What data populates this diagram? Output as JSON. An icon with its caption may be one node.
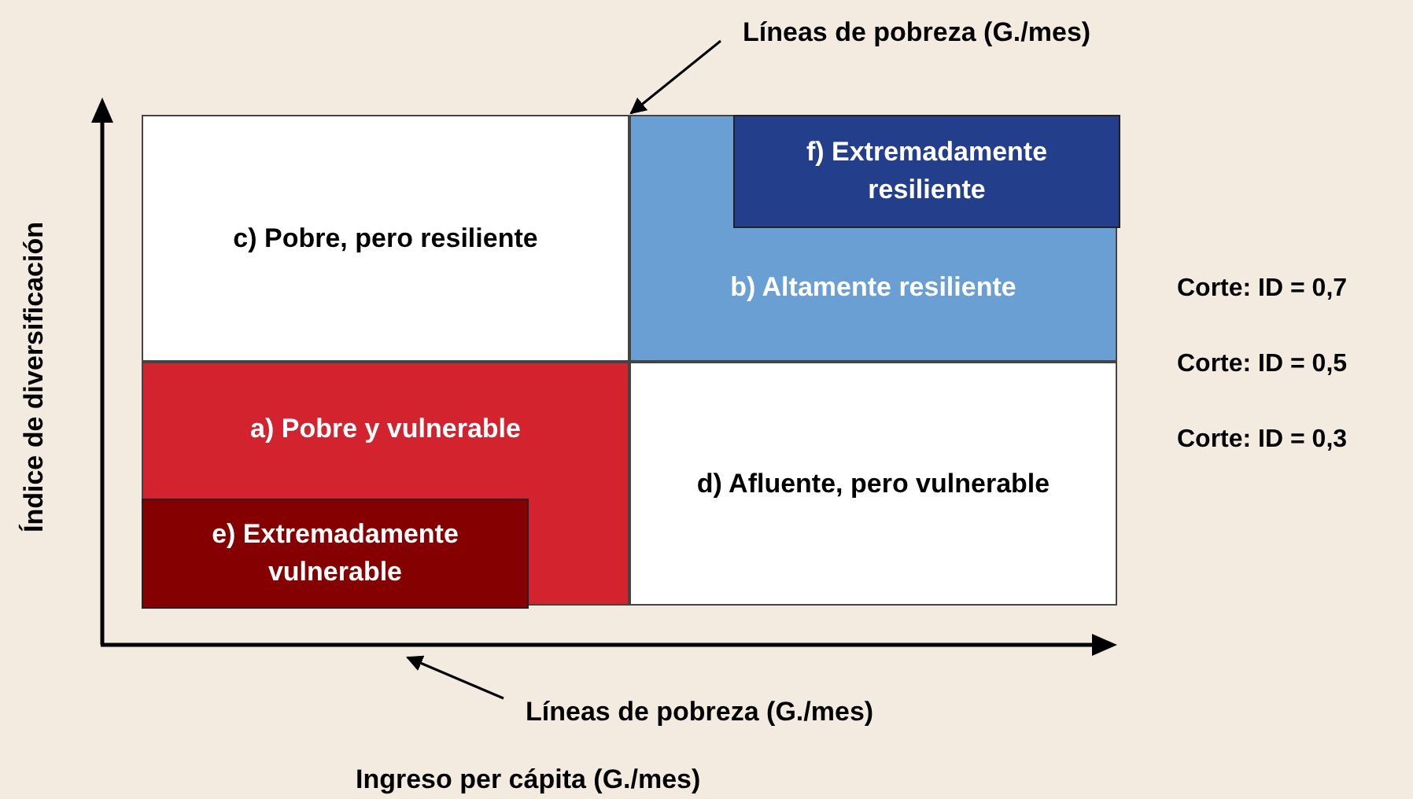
{
  "diagram": {
    "nodes": [
      {
        "text": [
          "c) Pobre, pero resiliente"
        ]
      },
      {
        "text": [
          "b) Altamente resiliente"
        ]
      },
      {
        "text": [
          "f) Extremadamente resiliente"
        ],
        "in": 1
      },
      {
        "text": [
          "a) Pobre y vulnerable"
        ]
      },
      {
        "text": [
          "e) Extremadamente vulnerable"
        ],
        "in": 3
      },
      {
        "text": [
          "d) Afluente, pero vulnerable"
        ]
      },
      {
        "text": [
          "Líneas de pobreza (G./mes)"
        ]
      },
      {
        "text": [
          "Líneas de pobreza (G./mes)"
        ]
      },
      {
        "text": [],
        "shape": "arrow"
      }
    ],
    "edges": [
      {
        "from": 6,
        "to": 0,
        "arrow": "to"
      },
      {
        "from": 7,
        "to": 8,
        "arrow": "to"
      }
    ],
    "labels": [
      "Índice de diversificación",
      "Ingreso per cápita (G./mes)",
      "Corte: ID = 0,7",
      "Corte: ID = 0,5",
      "Corte: ID = 0,3"
    ]
  }
}
